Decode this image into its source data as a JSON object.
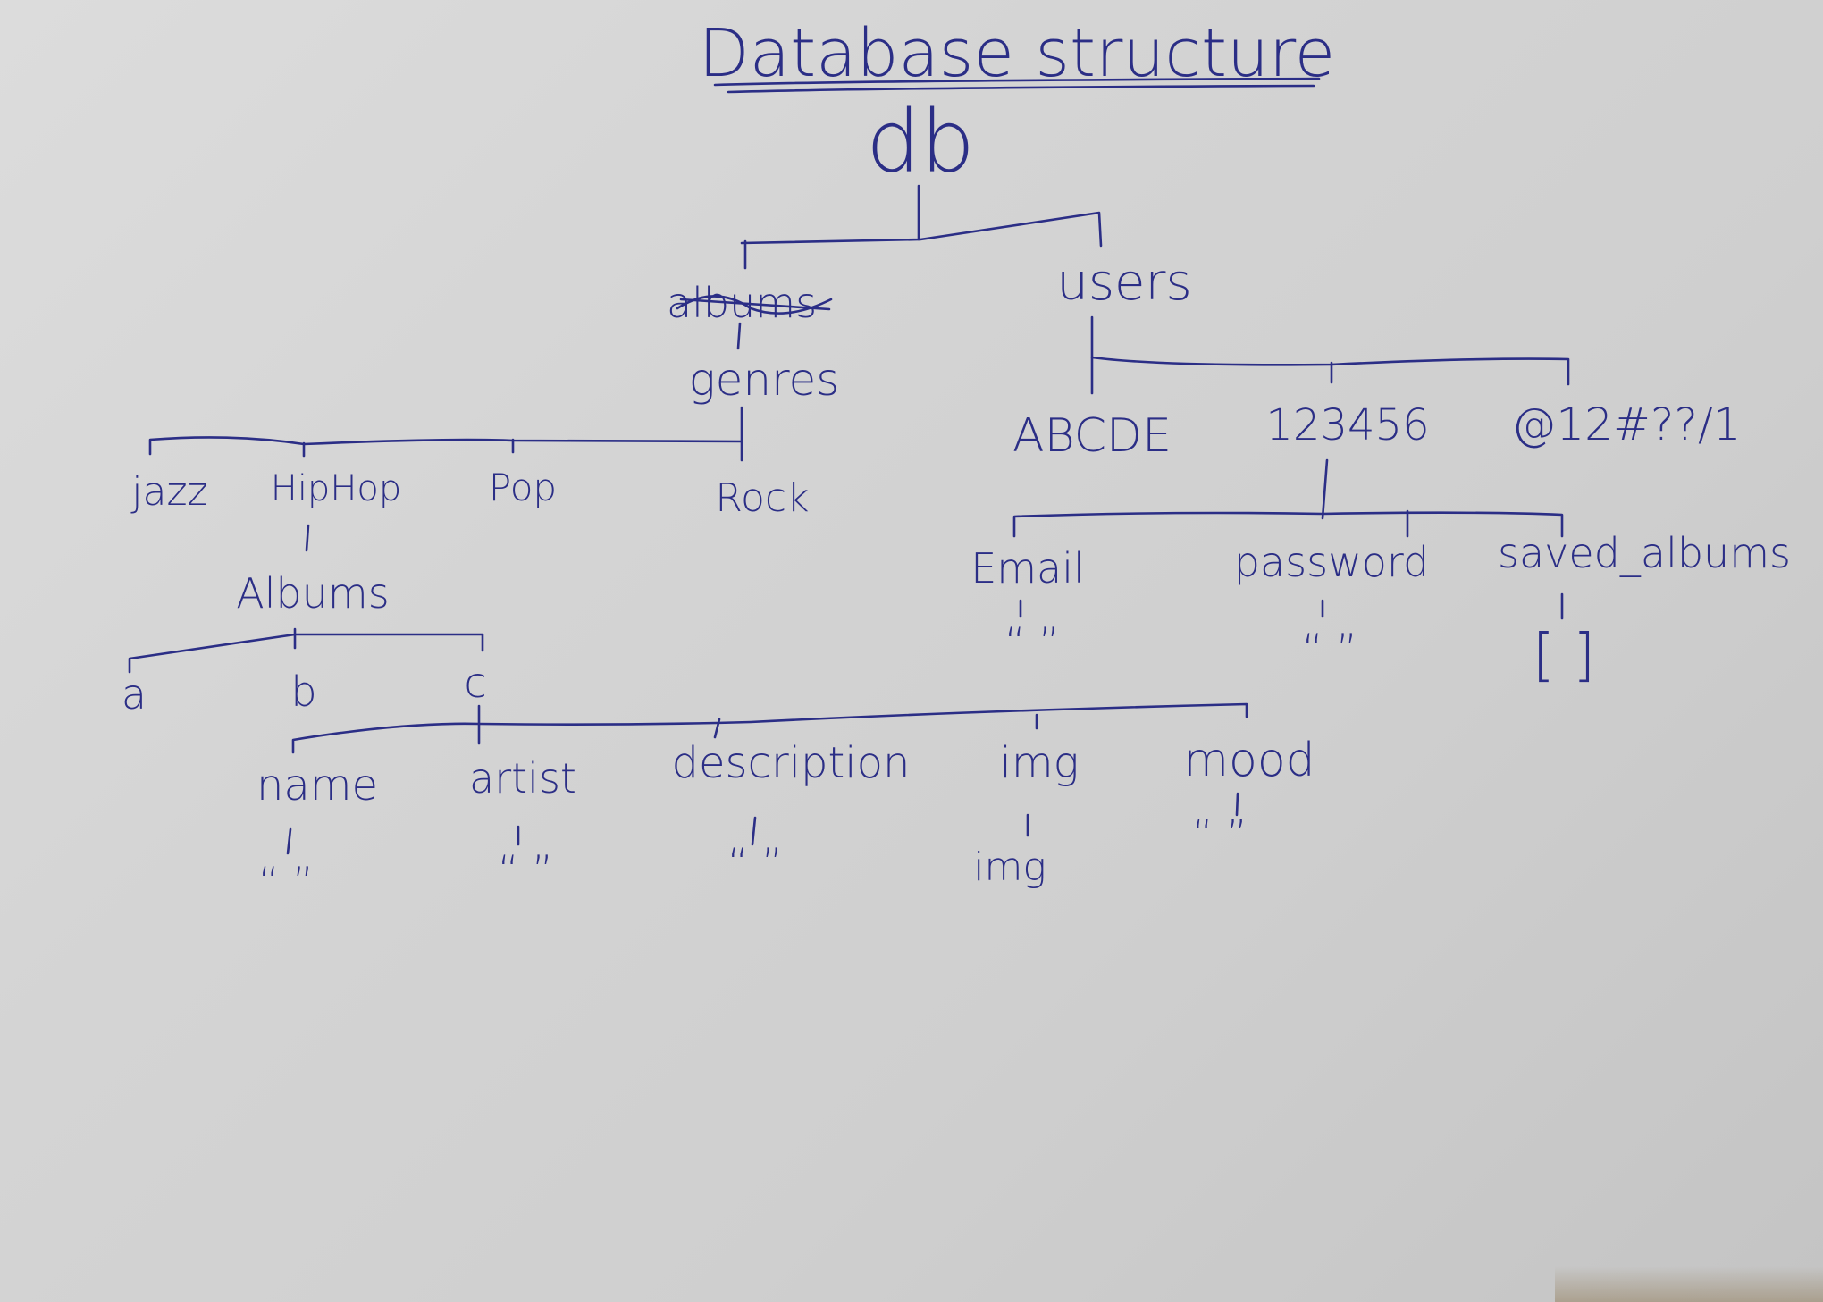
{
  "title": "Database structure",
  "ink_color": "#2b2e86",
  "paper_color": "#d4d4d4",
  "root": "db",
  "strikethrough_label": "albums",
  "genres": {
    "label": "genres",
    "items": [
      "jazz",
      "HipHop",
      "Pop",
      "Rock"
    ]
  },
  "albums": {
    "label": "Albums",
    "items": [
      "a",
      "b",
      "c"
    ],
    "fields": [
      {
        "label": "name",
        "value": "“ ”"
      },
      {
        "label": "artist",
        "value": "“ ”"
      },
      {
        "label": "description",
        "value": "“ ”"
      },
      {
        "label": "img",
        "value": "img"
      },
      {
        "label": "mood",
        "value": "“ ”"
      }
    ]
  },
  "users": {
    "label": "users",
    "ids": [
      "ABCDE",
      "123456",
      "@12#??/1"
    ],
    "fields": [
      {
        "label": "Email",
        "value": "“ ”"
      },
      {
        "label": "password",
        "value": "“ ”"
      },
      {
        "label": "saved_albums",
        "value": "[ ]"
      }
    ]
  }
}
